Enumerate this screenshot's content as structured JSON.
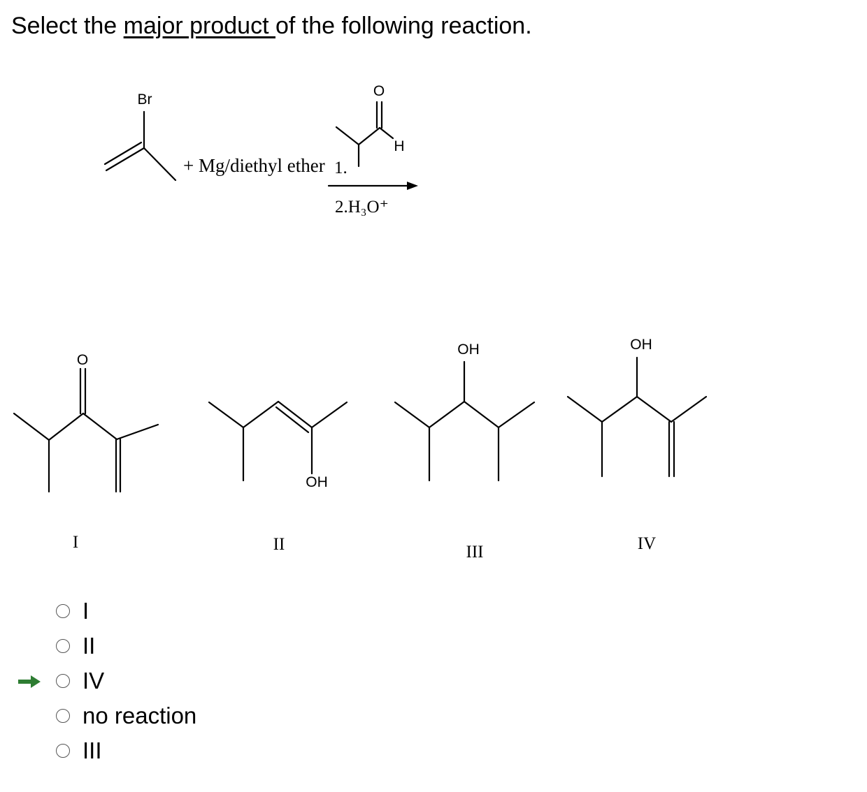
{
  "question": {
    "prefix": "Select the ",
    "emphasis": "major product ",
    "suffix": "of the following reaction."
  },
  "reaction": {
    "reactant_label": "Br",
    "reagent": "+ Mg/diethyl ether",
    "step1": "1.",
    "aldehyde_o": "O",
    "aldehyde_h": "H",
    "step2": "2.H₃O⁺"
  },
  "structures": [
    {
      "id": "I",
      "label": "I",
      "atom_label": "O"
    },
    {
      "id": "II",
      "label": "II",
      "atom_label": "OH"
    },
    {
      "id": "III",
      "label": "III",
      "atom_label": "OH"
    },
    {
      "id": "IV",
      "label": "IV",
      "atom_label": "OH"
    }
  ],
  "options": [
    {
      "label": "I",
      "selected": false
    },
    {
      "label": "II",
      "selected": false
    },
    {
      "label": "IV",
      "selected": false,
      "marked_answer": true
    },
    {
      "label": "no reaction",
      "selected": false
    },
    {
      "label": "III",
      "selected": false
    }
  ],
  "colors": {
    "answer_arrow": "#2e7d32",
    "text": "#000000"
  }
}
